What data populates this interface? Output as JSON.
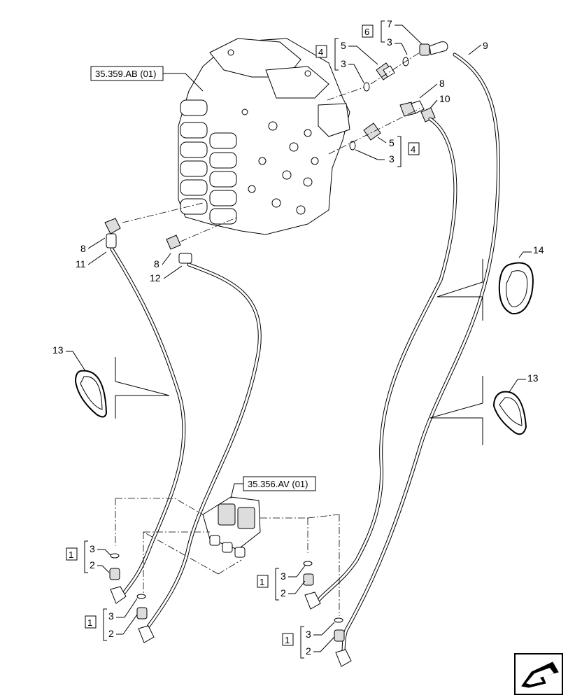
{
  "references": {
    "control_valve": "35.359.AB (01)",
    "pilot_valve": "35.356.AV (01)"
  },
  "group_boxes": {
    "g1": "1",
    "g4": "4",
    "g6": "6"
  },
  "labels": {
    "n1": "1",
    "n2": "2",
    "n3": "3",
    "n4": "4",
    "n5": "5",
    "n6": "6",
    "n7": "7",
    "n8": "8",
    "n9": "9",
    "n10": "10",
    "n11": "11",
    "n12": "12",
    "n13": "13",
    "n14": "14"
  },
  "icons": {
    "nav": "arrow-icon"
  }
}
